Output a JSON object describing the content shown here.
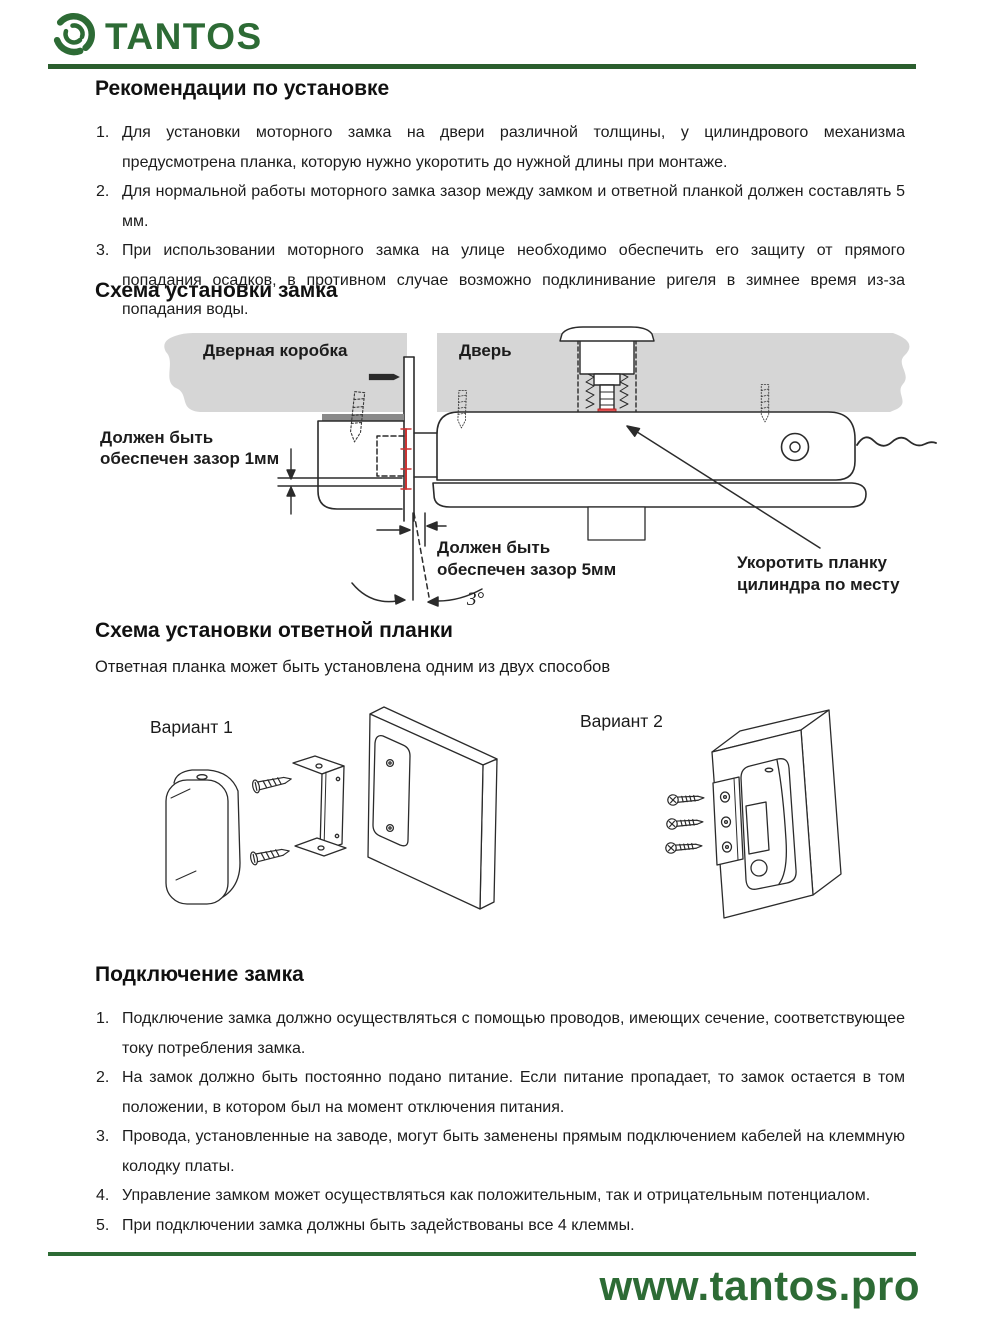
{
  "colors": {
    "brand_green": "#2d6b35",
    "diagram_red": "#cc3333",
    "door_gray": "#d6d6d6"
  },
  "header": {
    "logo_text": "TANTOS"
  },
  "sections": {
    "recommendations": {
      "title": "Рекомендации по установке",
      "items": [
        "Для установки моторного замка на двери различной толщины, у цилиндрового механизма предусмотрена планка, которую нужно укоротить до нужной длины при монтаже.",
        "Для нормальной работы моторного замка зазор между замком и ответной планкой должен составлять 5 мм.",
        "При использовании моторного замка на улице необходимо обеспечить его защиту от прямого попадания осадков, в противном случае возможно подклинивание ригеля в зимнее время из-за попадания воды."
      ]
    },
    "lock_scheme": {
      "title": "Схема установки замка",
      "labels": {
        "door_frame": "Дверная коробка",
        "door": "Дверь",
        "gap1_line1": "Должен быть",
        "gap1_line2": "обеспечен зазор 1мм",
        "gap5_line1": "Должен быть",
        "gap5_line2": "обеспечен зазор 5мм",
        "angle": "3°",
        "shorten_line1": "Укоротить планку",
        "shorten_line2": "цилиндра по месту"
      }
    },
    "strike_scheme": {
      "title": "Схема установки ответной планки",
      "subtitle": "Ответная планка может быть установлена одним из двух способов",
      "variant1_label": "Вариант 1",
      "variant2_label": "Вариант 2"
    },
    "connection": {
      "title": "Подключение замка",
      "items": [
        "Подключение замка должно осуществляться с помощью проводов, имеющих сечение, соответствующее току потребления замка.",
        "На замок должно быть постоянно подано питание. Если питание пропадает, то замок остается в том положении, в котором был на момент отключения питания.",
        "Провода, установленные на заводе, могут быть заменены прямым подключением кабелей на клеммную колодку платы.",
        "Управление замком может осуществляться как положительным, так и отрицательным потенциалом.",
        "При подключении замка должны быть задействованы все 4 клеммы."
      ]
    }
  },
  "footer": {
    "url": "www.tantos.pro"
  }
}
